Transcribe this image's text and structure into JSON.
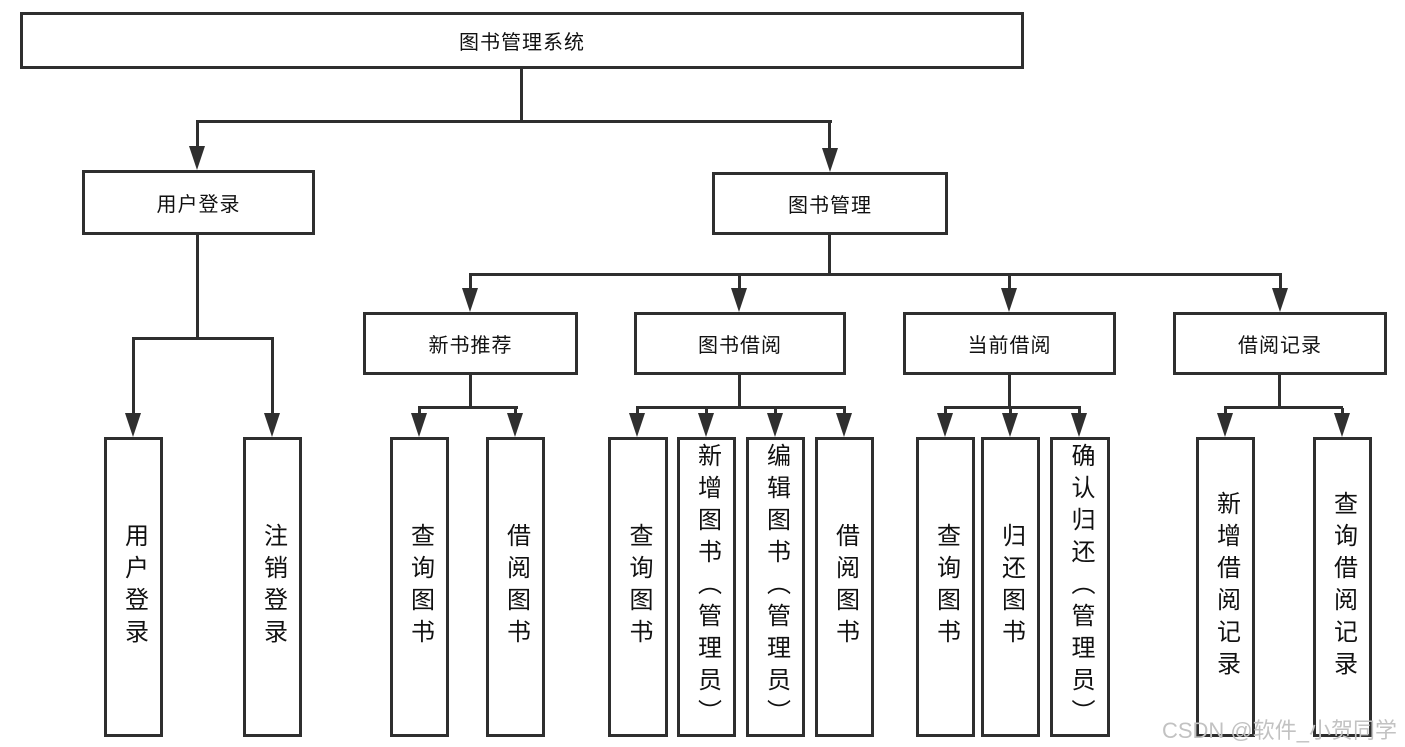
{
  "tree": {
    "root": {
      "label": "图书管理系统"
    },
    "branches": [
      {
        "label": "用户登录",
        "children": [
          {
            "label": "用户登录"
          },
          {
            "label": "注销登录"
          }
        ]
      },
      {
        "label": "图书管理",
        "children": [
          {
            "label": "新书推荐",
            "children": [
              {
                "label": "查询图书"
              },
              {
                "label": "借阅图书"
              }
            ]
          },
          {
            "label": "图书借阅",
            "children": [
              {
                "label": "查询图书"
              },
              {
                "label": "新增图书（管理员）"
              },
              {
                "label": "编辑图书（管理员）"
              },
              {
                "label": "借阅图书"
              }
            ]
          },
          {
            "label": "当前借阅",
            "children": [
              {
                "label": "查询图书"
              },
              {
                "label": "归还图书"
              },
              {
                "label": "确认归还（管理员）"
              }
            ]
          },
          {
            "label": "借阅记录",
            "children": [
              {
                "label": "新增借阅记录"
              },
              {
                "label": "查询借阅记录"
              }
            ]
          }
        ]
      }
    ]
  },
  "watermark": {
    "text": "CSDN @软件_小贺同学"
  },
  "colors": {
    "line": "#2f2f2f",
    "box_border": "#2f2f2f",
    "text": "#111111",
    "watermark": "#c2c2c2",
    "background": "#ffffff"
  }
}
